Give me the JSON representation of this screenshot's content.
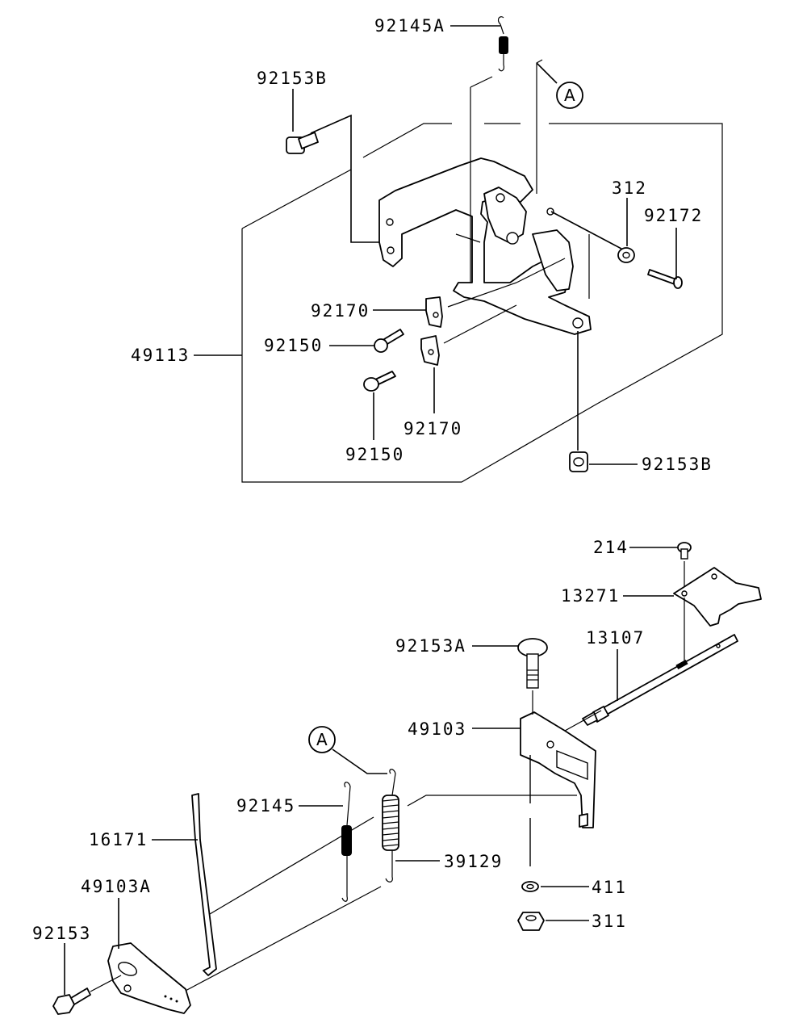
{
  "labels": {
    "p92145A": "92145A",
    "p92153B_top": "92153B",
    "p312": "312",
    "p92172": "92172",
    "p92170_a": "92170",
    "p92150_a": "92150",
    "p49113": "49113",
    "p92170_b": "92170",
    "p92150_b": "92150",
    "p92153B_bot": "92153B",
    "p214": "214",
    "p13271": "13271",
    "p92153A": "92153A",
    "p13107": "13107",
    "p49103": "49103",
    "p92145": "92145",
    "p16171": "16171",
    "p39129": "39129",
    "p49103A": "49103A",
    "p92153": "92153",
    "p411": "411",
    "p311": "311"
  },
  "callouts": {
    "ref_top": "A",
    "ref_bottom": "A"
  }
}
